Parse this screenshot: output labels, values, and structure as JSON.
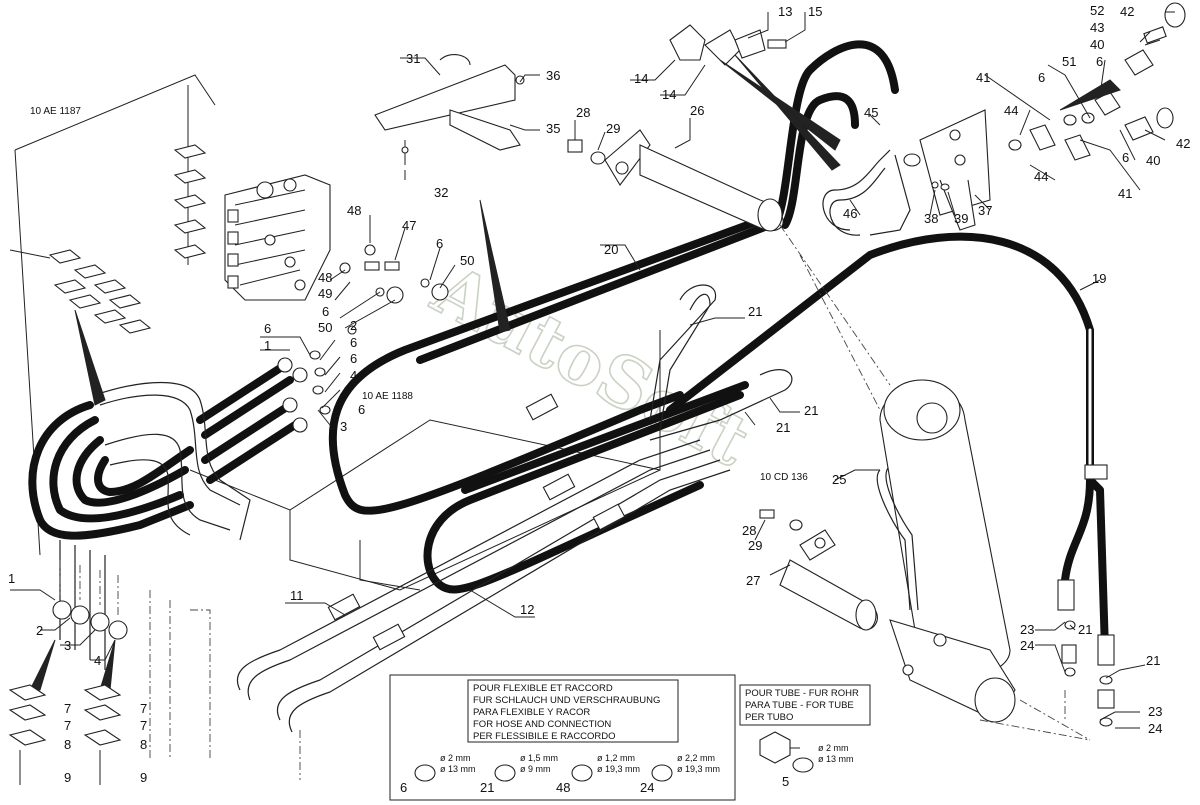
{
  "watermark": "AutoSoft",
  "references": {
    "ae1187": "10 AE 1187",
    "ae1188": "10 AE 1188",
    "cd136": "10 CD 136"
  },
  "callouts": {
    "n1a": "1",
    "n2a": "2",
    "n3a": "3",
    "n4a": "4",
    "n7a": "7",
    "n7b": "7",
    "n8a": "8",
    "n9a": "9",
    "n7c": "7",
    "n7d": "7",
    "n8b": "8",
    "n9b": "9",
    "n11": "11",
    "n12": "12",
    "n6a": "6",
    "n1b": "1",
    "n2b": "2",
    "n6b": "6",
    "n6c": "6",
    "n4b": "4",
    "n6d": "6",
    "n3b": "3",
    "n48a": "48",
    "n47": "47",
    "n6e": "6",
    "n50a": "50",
    "n48b": "48",
    "n49": "49",
    "n6f": "6",
    "n50b": "50",
    "n31": "31",
    "n36": "36",
    "n35": "35",
    "n32": "32",
    "n28a": "28",
    "n29a": "29",
    "n26": "26",
    "n14a": "14",
    "n14b": "14",
    "n13": "13",
    "n15": "15",
    "n20": "20",
    "n21a": "21",
    "n21b": "21",
    "n21c": "21",
    "n45": "45",
    "n46": "46",
    "n41a": "41",
    "n6g": "6",
    "n51": "51",
    "n6h": "6",
    "n44a": "44",
    "n44b": "44",
    "n38": "38",
    "n39": "39",
    "n37": "37",
    "n41b": "41",
    "n6i": "6",
    "n40a": "40",
    "n42a": "42",
    "n52": "52",
    "n42b": "42",
    "n43": "43",
    "n40b": "40",
    "n19": "19",
    "n25": "25",
    "n28b": "28",
    "n29b": "29",
    "n27": "27",
    "n23a": "23",
    "n24a": "24",
    "n21d": "21",
    "n21e": "21",
    "n23b": "23",
    "n24b": "24"
  },
  "legend_box": {
    "lines": [
      "POUR FLEXIBLE ET RACCORD",
      "FUR SCHLAUCH UND VERSCHRAUBUNG",
      "PARA FLEXIBLE Y RACOR",
      "FOR HOSE AND CONNECTION",
      "PER FLESSIBILE E RACCORDO"
    ]
  },
  "tube_box": {
    "lines": [
      "POUR TUBE - FUR ROHR",
      "PARA TUBE - FOR TUBE",
      "PER TUBO"
    ]
  },
  "seals": [
    {
      "num": "6",
      "d1": "ø 2 mm",
      "d2": "ø 13 mm"
    },
    {
      "num": "21",
      "d1": "ø 1,5 mm",
      "d2": "ø 9 mm"
    },
    {
      "num": "48",
      "d1": "ø 1,2 mm",
      "d2": "ø 19,3 mm"
    },
    {
      "num": "24",
      "d1": "ø 2,2 mm",
      "d2": "ø 19,3 mm"
    }
  ],
  "tube_seal": {
    "num": "5",
    "d1": "ø 2 mm",
    "d2": "ø 13 mm"
  }
}
